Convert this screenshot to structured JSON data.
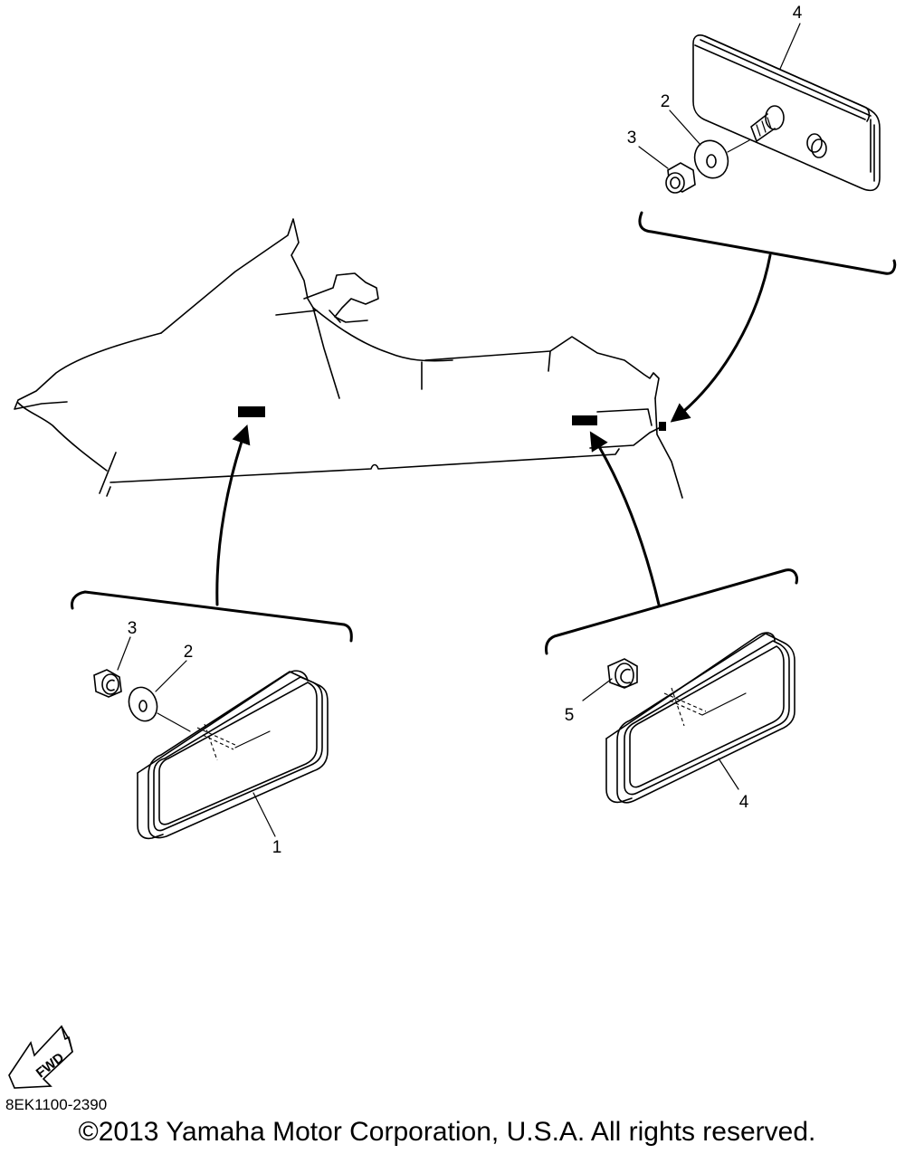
{
  "callouts": {
    "top_right": {
      "reflector": "4",
      "washer": "2",
      "nut": "3"
    },
    "bottom_left": {
      "nut": "3",
      "washer": "2",
      "reflector": "1"
    },
    "bottom_right": {
      "nut": "5",
      "reflector": "4"
    }
  },
  "fwd_label": "FWD",
  "diagram_code": "8EK1100-2390",
  "copyright": "©2013 Yamaha Motor Corporation, U.S.A. All rights reserved."
}
